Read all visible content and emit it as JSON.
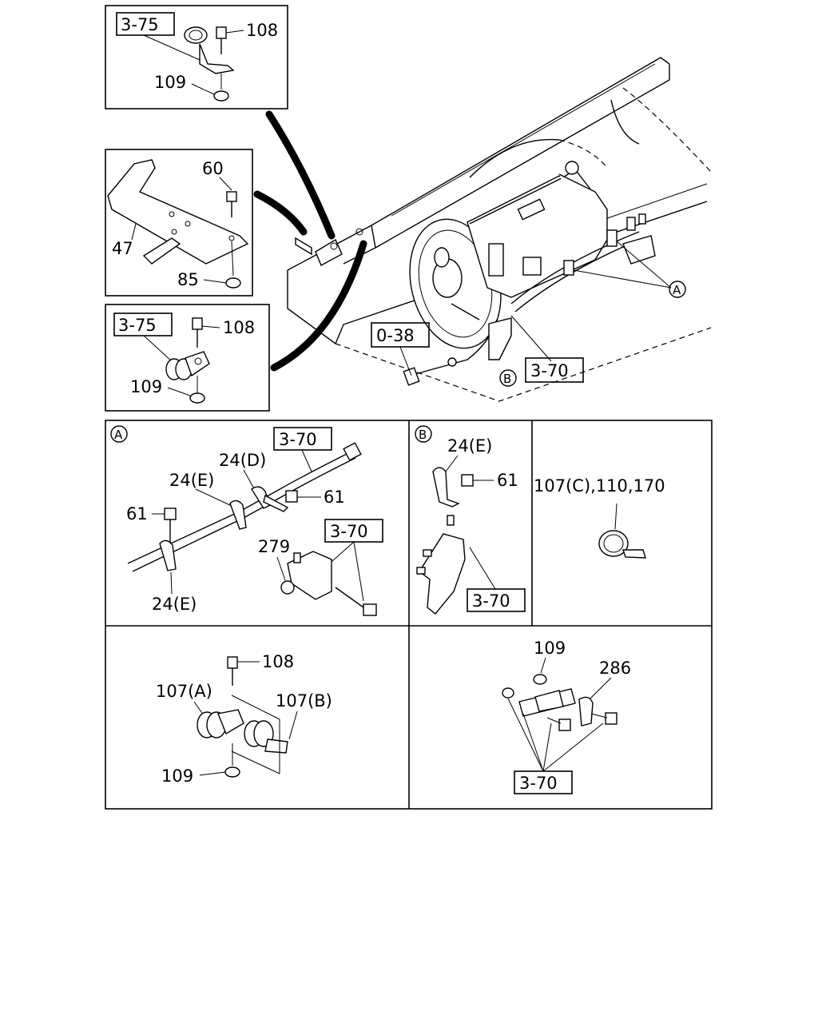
{
  "top_inset_1": {
    "ref": "3-75",
    "bolt": "108",
    "nut": "109"
  },
  "top_inset_2": {
    "bolt": "60",
    "bracket": "47",
    "nut": "85"
  },
  "top_inset_3": {
    "ref": "3-75",
    "bolt": "108",
    "nut": "109"
  },
  "main_view": {
    "ref_left": "0-38",
    "ref_right": "3-70",
    "marker_a": "A",
    "marker_b": "B"
  },
  "detail_a": {
    "marker": "A",
    "ref_pipe": "3-70",
    "clip_d": "24(D)",
    "clip_e_upper": "24(E)",
    "nut_left": "61",
    "nut_right": "61",
    "nut_279": "279",
    "ref_bracket": "3-70",
    "clip_e_lower": "24(E)"
  },
  "detail_b": {
    "marker": "B",
    "clip_e": "24(E)",
    "nut": "61",
    "ref": "3-70"
  },
  "detail_c": {
    "label": "107(C),110,170"
  },
  "detail_d": {
    "bolt": "108",
    "clamp_a": "107(A)",
    "clamp_b": "107(B)",
    "nut": "109"
  },
  "detail_e": {
    "nut": "109",
    "bracket": "286",
    "ref": "3-70"
  }
}
